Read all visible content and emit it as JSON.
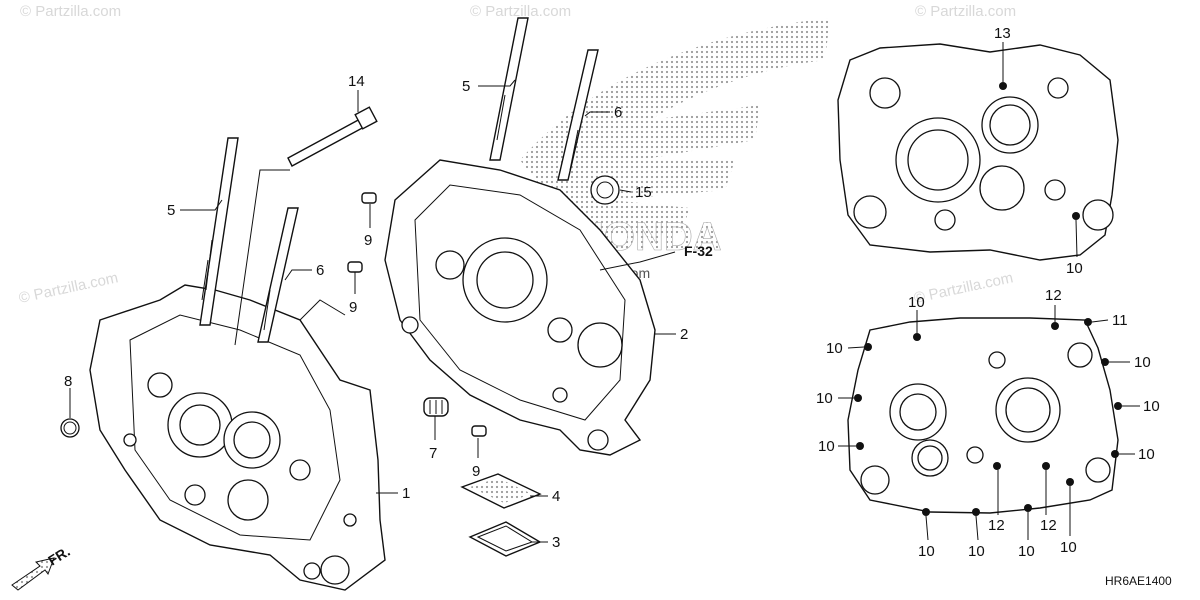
{
  "watermarks": [
    "© Partzilla.com",
    "© Partzilla.com",
    "© Partzilla.com",
    "© Partzilla.com",
    "Partzilla.com"
  ],
  "brand_logo_text": "HONDA",
  "reference_label": "F-32",
  "direction_label": "FR.",
  "diagram_code": "HR6AE1400",
  "callouts": {
    "c1": "1",
    "c2": "2",
    "c3": "3",
    "c4": "4",
    "c5a": "5",
    "c5b": "5",
    "c6a": "6",
    "c6b": "6",
    "c7": "7",
    "c8": "8",
    "c9a": "9",
    "c9b": "9",
    "c9c": "9",
    "c10_top": "10",
    "c10_a": "10",
    "c10_b": "10",
    "c10_c": "10",
    "c10_d": "10",
    "c10_e": "10",
    "c10_f": "10",
    "c10_g": "10",
    "c10_h": "10",
    "c10_i": "10",
    "c10_j": "10",
    "c10_k": "10",
    "c11": "11",
    "c12a": "12",
    "c12b": "12",
    "c12c": "12",
    "c13": "13",
    "c14": "14",
    "c15": "15"
  },
  "colors": {
    "ink": "#111111",
    "logo_dots": "#9a9a9a",
    "watermark": "#d8d8d8"
  }
}
